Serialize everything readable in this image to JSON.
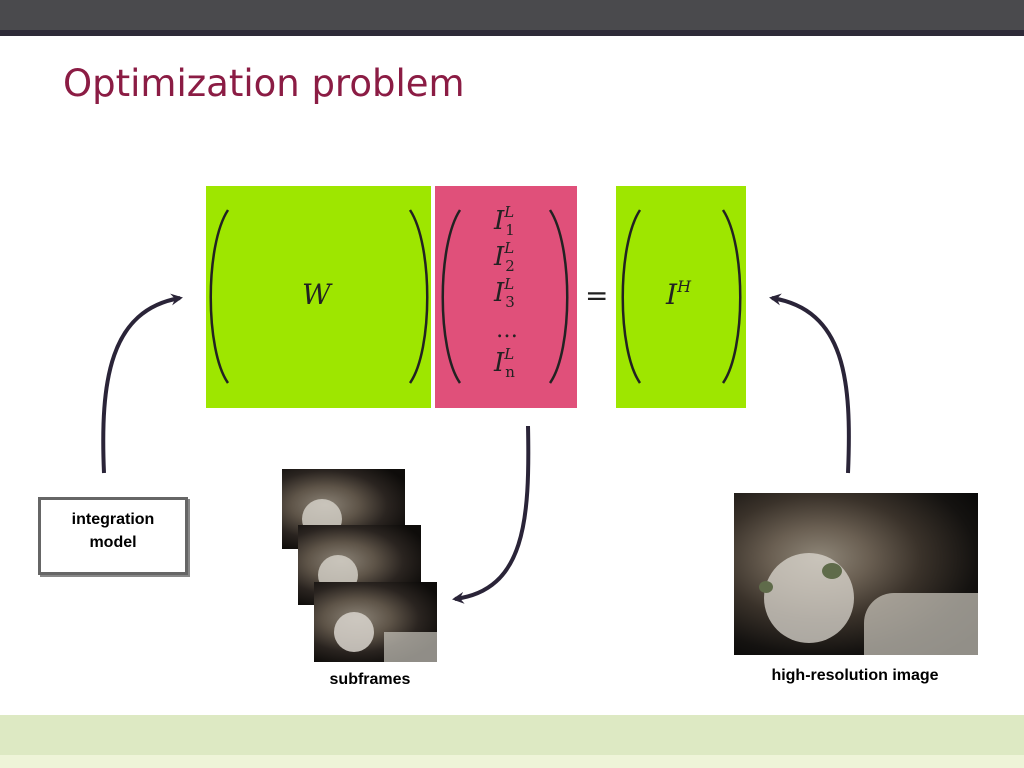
{
  "slide": {
    "title": "Optimization problem"
  },
  "equation": {
    "w_symbol": "W",
    "vector": [
      "I",
      "I",
      "I",
      "…",
      "I"
    ],
    "vector_superscripts": [
      "L",
      "L",
      "L",
      "",
      "L"
    ],
    "vector_subscripts": [
      "1",
      "2",
      "3",
      "",
      "n"
    ],
    "equals": "=",
    "result_symbol": "I",
    "result_superscript": "H"
  },
  "labels": {
    "integration_model": "integration model",
    "subframes": "subframes",
    "high_resolution": "high-resolution image"
  },
  "colors": {
    "accent_title": "#8b1c44",
    "matrix_green": "#9ee600",
    "vector_pink": "#e0507a"
  }
}
